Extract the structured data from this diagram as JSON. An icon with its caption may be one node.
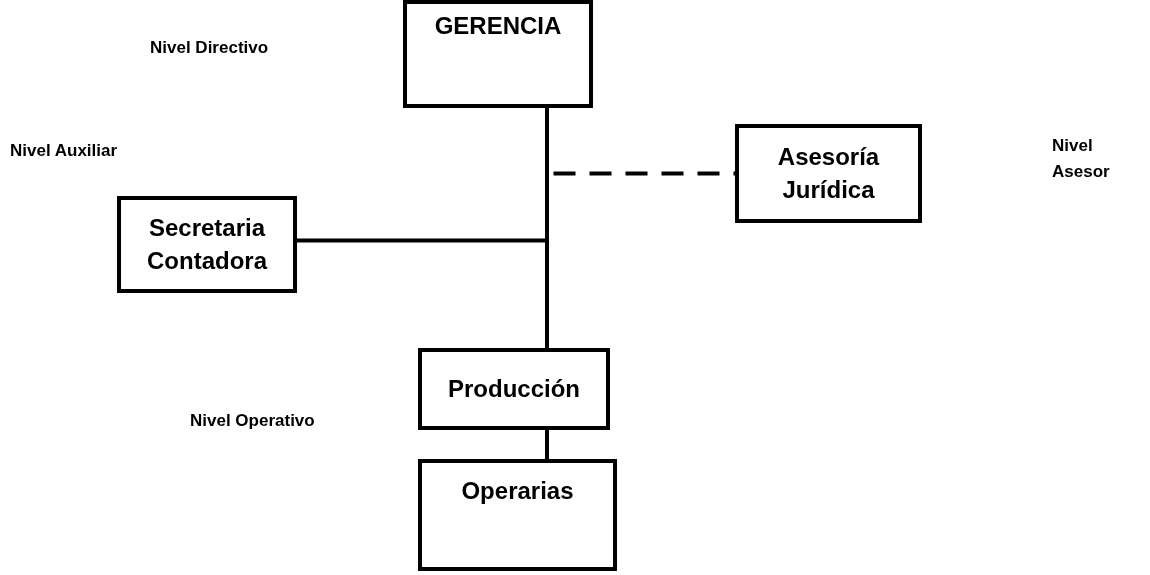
{
  "diagram": {
    "nodes": [
      {
        "text": [
          "GERENCIA"
        ]
      },
      {
        "text": [
          "Asesoría Jurídica"
        ]
      },
      {
        "text": [
          "Secretaria Contadora"
        ]
      },
      {
        "text": [
          "Producción"
        ]
      },
      {
        "text": [
          "Operarias"
        ]
      }
    ],
    "edges": [
      {
        "from": 0,
        "to": 1,
        "arrow": "none",
        "style": "dashed"
      },
      {
        "from": 0,
        "to": 2,
        "arrow": "none"
      },
      {
        "from": 0,
        "to": 3,
        "arrow": "none"
      },
      {
        "from": 3,
        "to": 4,
        "arrow": "none"
      }
    ],
    "labels": [
      "Nivel Directivo",
      "Nivel Auxiliar",
      "Nivel Asesor",
      "Nivel Operativo"
    ]
  }
}
